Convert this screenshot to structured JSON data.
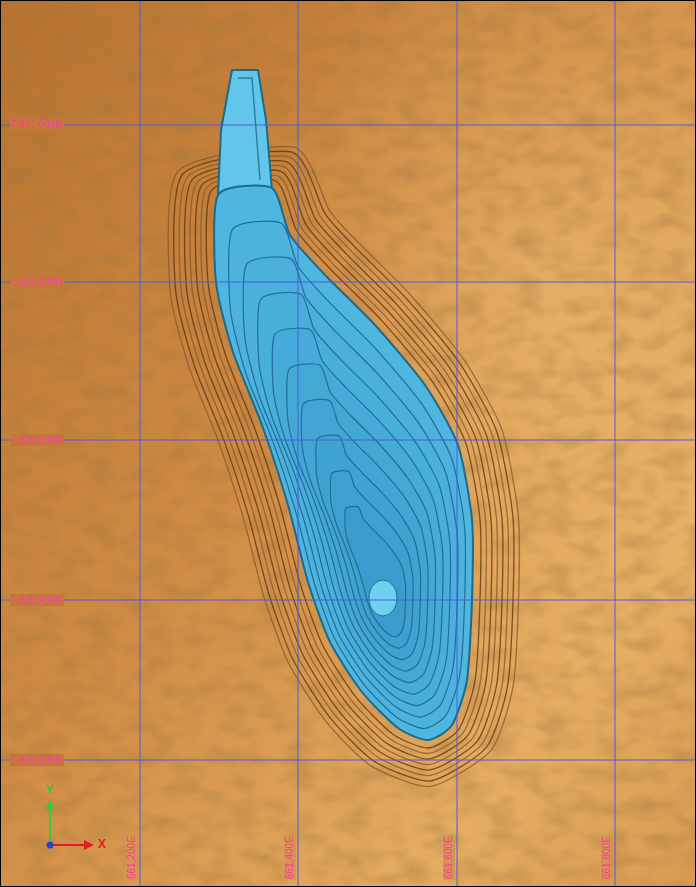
{
  "diagram": {
    "labels": [
      "7,821,000N",
      "7,820,800N",
      "7,820,600N",
      "7,820,400N",
      "7,820,200N",
      "661,200E",
      "661,400E",
      "661,600E",
      "661,800E",
      "Y",
      "X"
    ]
  }
}
